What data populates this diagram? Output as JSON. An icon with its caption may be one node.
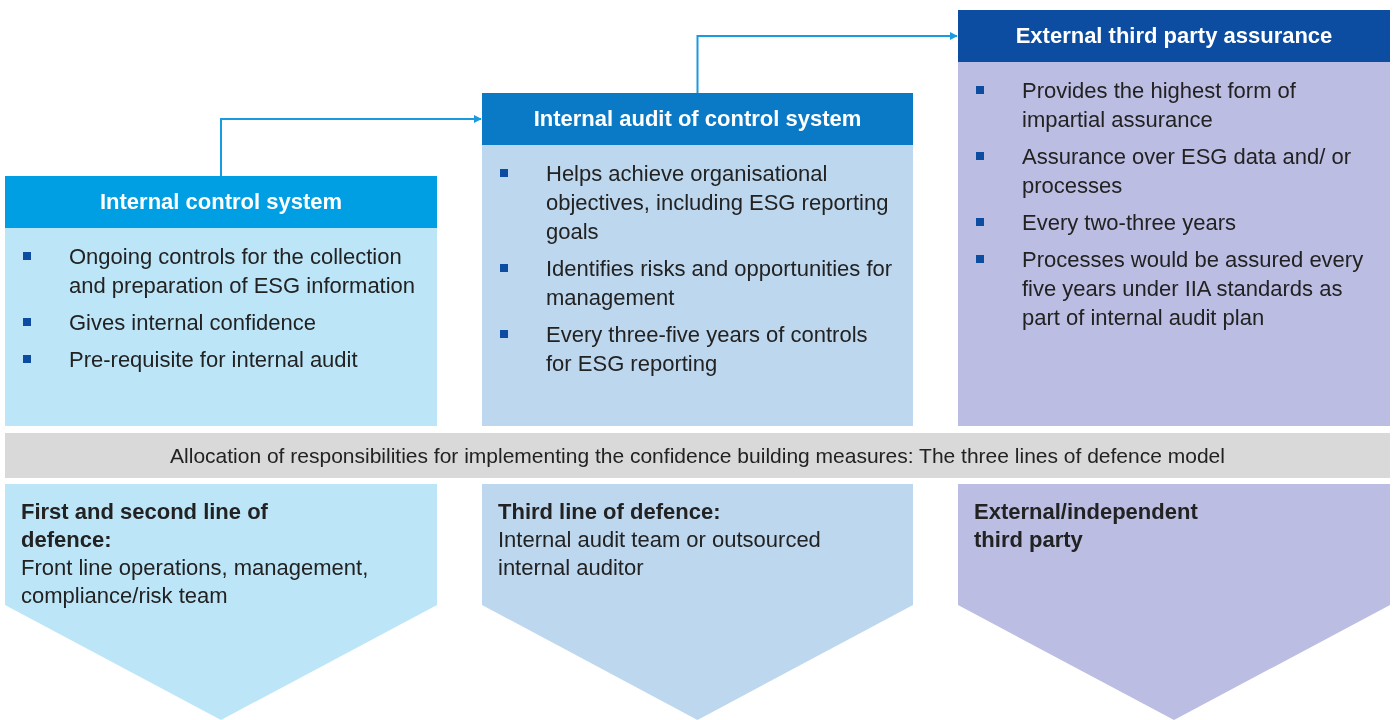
{
  "diagram": {
    "nodes": [
      {
        "text": [
          "Internal control system",
          "Ongoing controls for the collection and preparation of ESG information",
          "Gives internal confidence",
          "Pre-requisite for internal audit"
        ]
      },
      {
        "text": [
          "Internal audit of control system",
          "Helps achieve organisational objectives, including ESG reporting goals",
          "Identifies risks and opportunities for management",
          "Every three-five years of controls for ESG reporting"
        ]
      },
      {
        "text": [
          "External third party assurance",
          "Provides the highest form of impartial assurance",
          "Assurance over ESG data and/ or processes",
          "Every two-three years",
          "Processes would be assured every five years under IIA standards as part of internal audit plan"
        ]
      },
      {
        "text": [
          "Allocation of responsibilities for implementing the confidence building measures: The three lines of defence model"
        ]
      },
      {
        "text": [
          "First and second line of defence:",
          "Front line operations, management, compliance/risk team"
        ]
      },
      {
        "text": [
          "Third line of defence:",
          "Internal audit team or outsourced internal auditor"
        ]
      },
      {
        "text": [
          "External/independent third party"
        ]
      }
    ],
    "edges": [
      {
        "from": 0,
        "to": 1,
        "arrow": "to"
      },
      {
        "from": 1,
        "to": 2,
        "arrow": "to"
      }
    ]
  }
}
